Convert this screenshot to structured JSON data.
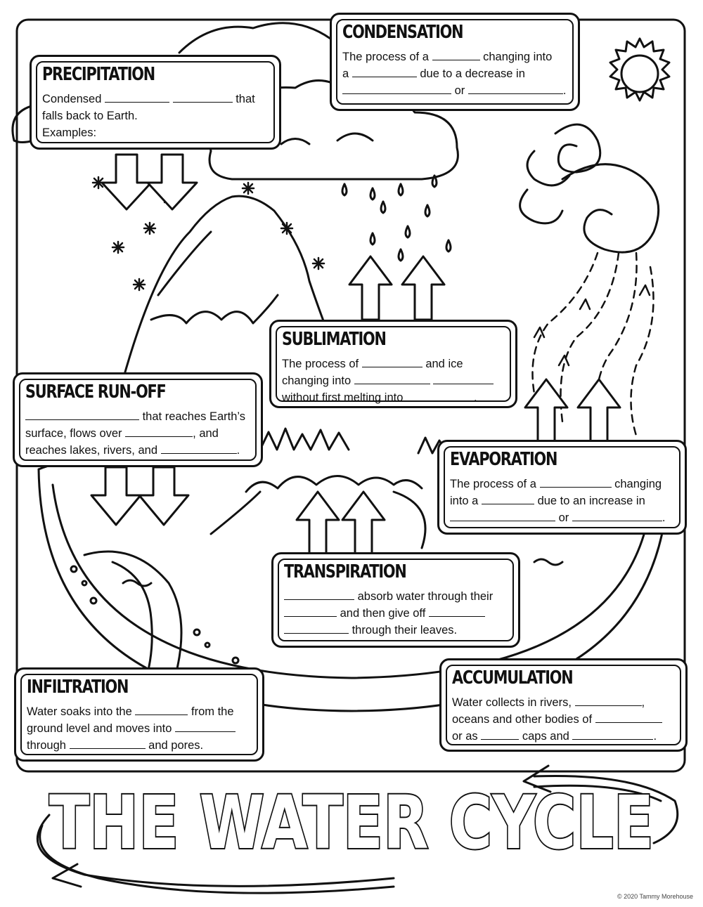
{
  "cards": {
    "condensation": {
      "title": "CONDENSATION",
      "lines": [
        "The process of a",
        "changing into",
        "a",
        "due to a decrease in",
        "or",
        "."
      ]
    },
    "precipitation": {
      "title": "PRECIPITATION",
      "lines": [
        "Condensed",
        "that",
        "falls back to Earth.",
        "Examples:"
      ]
    },
    "sublimation": {
      "title": "SUBLIMATION",
      "lines": [
        "The process of",
        "and ice",
        "changing into",
        "without first melting into",
        "."
      ]
    },
    "runoff": {
      "title": "SURFACE RUN-OFF",
      "lines": [
        "that reaches Earth’s",
        "surface, flows over",
        ", and",
        "reaches lakes, rivers, and",
        "."
      ]
    },
    "evaporation": {
      "title": "EVAPORATION",
      "lines": [
        "The process of a",
        "changing",
        "into a",
        "due to an increase in",
        "or",
        "."
      ]
    },
    "transpiration": {
      "title": "TRANSPIRATION",
      "lines": [
        "absorb water through their",
        "and then give off",
        "through their leaves."
      ]
    },
    "infiltration": {
      "title": "INFILTRATION",
      "lines": [
        "Water soaks into the",
        "from the",
        "ground level and moves into",
        "through",
        "and pores."
      ]
    },
    "accumulation": {
      "title": "ACCUMULATION",
      "lines": [
        "Water collects in rivers,",
        ",",
        "oceans and other bodies of",
        "or as",
        "caps and",
        "."
      ]
    }
  },
  "banner": {
    "title": "THE WATER CYCLE"
  },
  "credit": "© 2020 Tammy Morehouse",
  "colors": {
    "ink": "#111111",
    "paper": "#ffffff"
  }
}
